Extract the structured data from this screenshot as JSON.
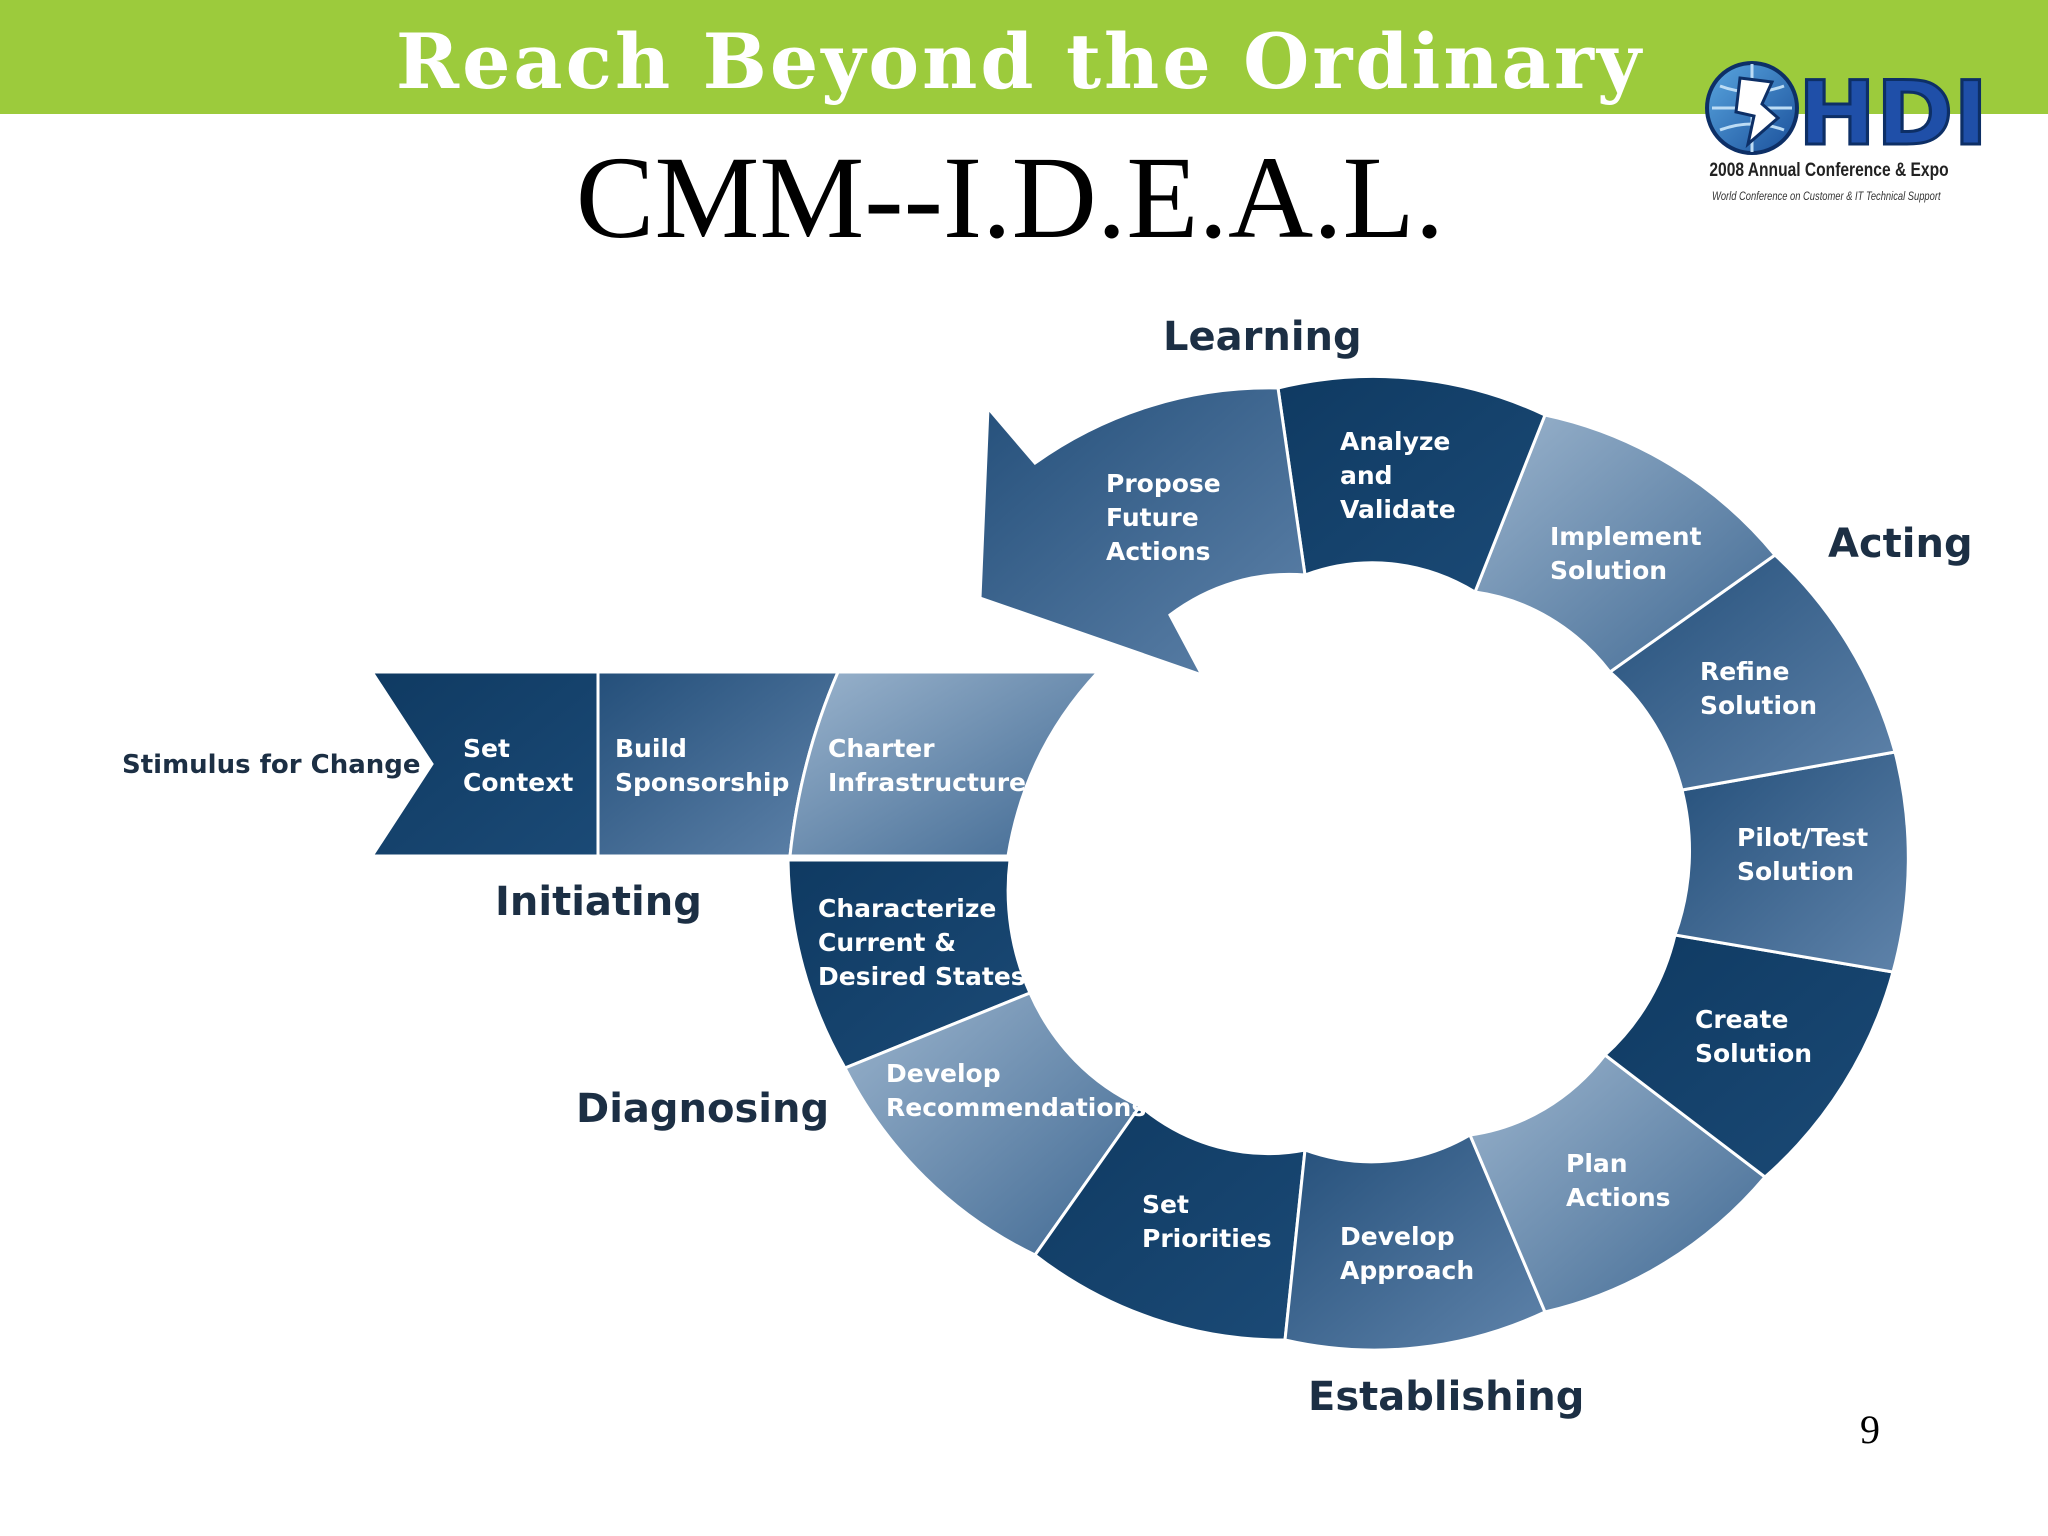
{
  "header": {
    "banner_text": "Reach Beyond the Ordinary",
    "logo_text": "HDI",
    "logo_conference": "2008 Annual Conference & Expo",
    "logo_subtitle": "World Conference on Customer & IT Technical Support"
  },
  "slide": {
    "title": "CMM--I.D.E.A.L.",
    "page_number": "9"
  },
  "diagram": {
    "stimulus": "Stimulus for Change",
    "phases": {
      "initiating": "Initiating",
      "diagnosing": "Diagnosing",
      "establishing": "Establishing",
      "acting": "Acting",
      "learning": "Learning"
    },
    "steps": {
      "set_context": [
        "Set",
        "Context"
      ],
      "build_sponsorship": [
        "Build",
        "Sponsorship"
      ],
      "charter_infrastructure": [
        "Charter",
        "Infrastructure"
      ],
      "characterize_states": [
        "Characterize",
        "Current &",
        "Desired States"
      ],
      "develop_recommendations": [
        "Develop",
        "Recommendations"
      ],
      "set_priorities": [
        "Set",
        "Priorities"
      ],
      "develop_approach": [
        "Develop",
        "Approach"
      ],
      "plan_actions": [
        "Plan",
        "Actions"
      ],
      "create_solution": [
        "Create",
        "Solution"
      ],
      "pilot_test_solution": [
        "Pilot/Test",
        "Solution"
      ],
      "refine_solution": [
        "Refine",
        "Solution"
      ],
      "implement_solution": [
        "Implement",
        "Solution"
      ],
      "analyze_validate": [
        "Analyze",
        "and",
        "Validate"
      ],
      "propose_future_actions": [
        "Propose",
        "Future",
        "Actions"
      ]
    },
    "colors": {
      "dark": "#123f66",
      "medium": "#2f5a84",
      "light": "#7d9dbd",
      "label": "#1c2f44",
      "banner": "#9ccb3c"
    }
  }
}
